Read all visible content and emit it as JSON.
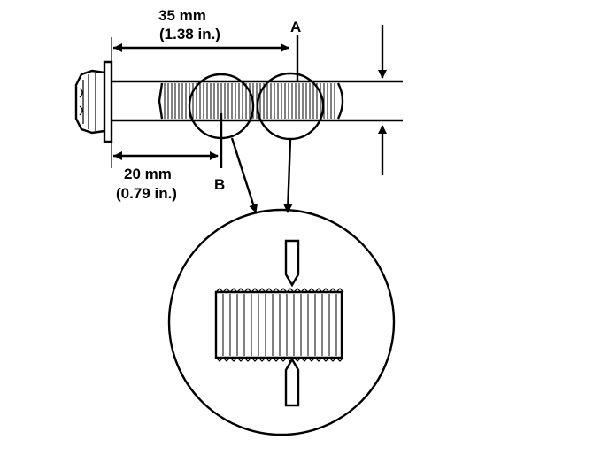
{
  "diagram": {
    "dimension_long": {
      "metric": "35 mm",
      "imperial": "(1.38 in.)"
    },
    "dimension_short": {
      "metric": "20 mm",
      "imperial": "(0.79 in.)"
    },
    "callouts": {
      "a": "A",
      "b": "B"
    }
  }
}
